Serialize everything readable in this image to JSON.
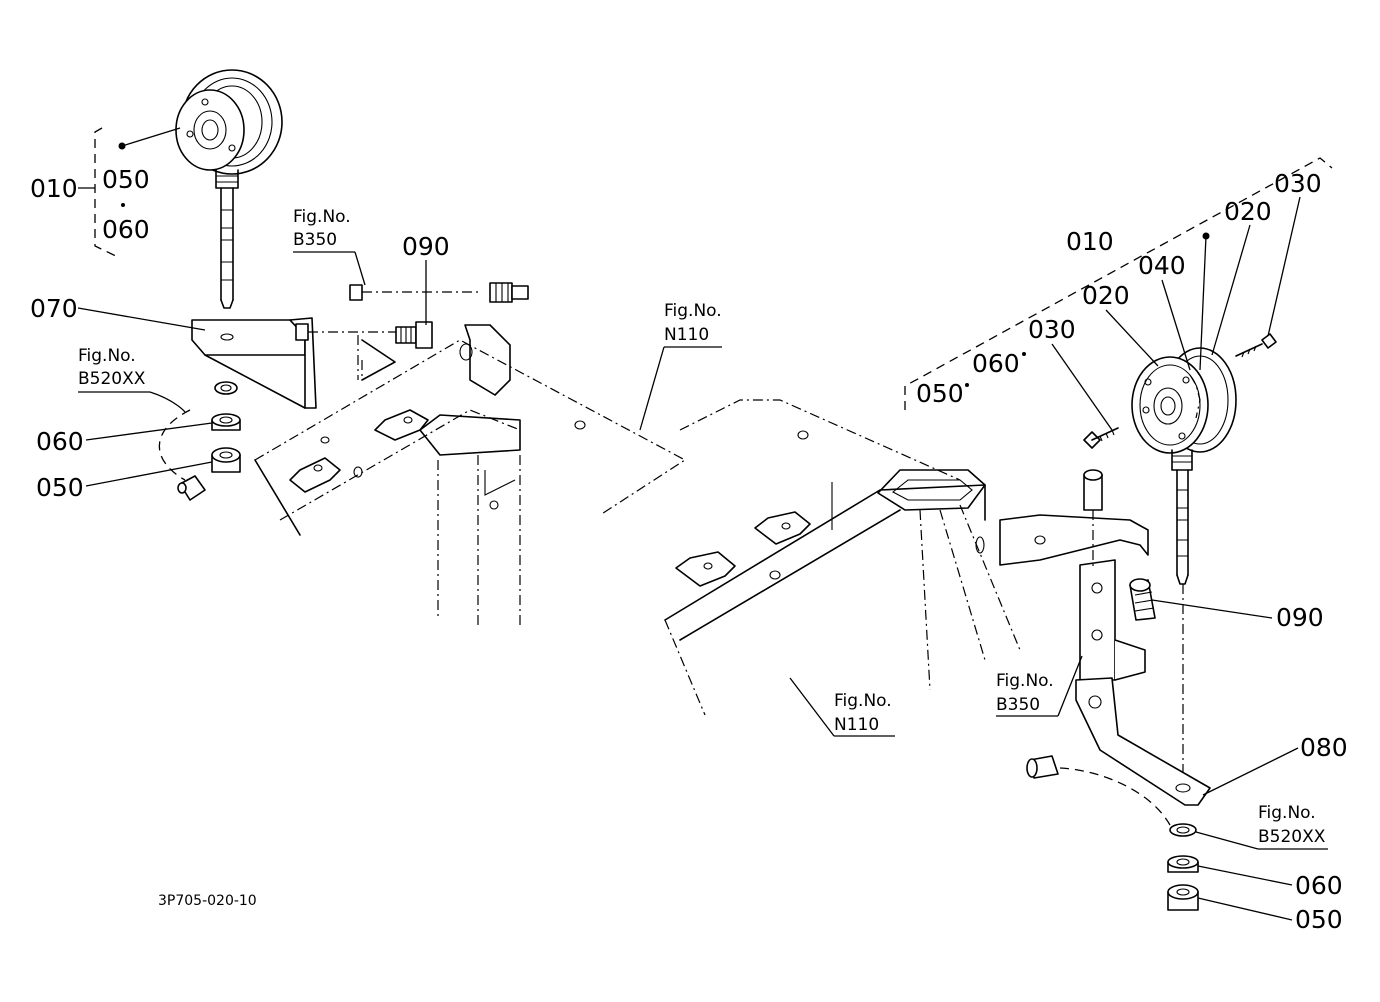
{
  "diagram": {
    "drawing_code": "3P705-020-10",
    "left_assembly": {
      "lamp": "010",
      "lamp_includes_top": "050",
      "lamp_includes_bottom": "060",
      "bracket": "070",
      "washer_lock": "060",
      "nut": "050",
      "bolt": "090",
      "ref_b350": {
        "line1": "Fig.No.",
        "line2": "B350"
      },
      "ref_b520": {
        "line1": "Fig.No.",
        "line2": "B520XX"
      },
      "ref_n110": {
        "line1": "Fig.No.",
        "line2": "N110"
      }
    },
    "right_assembly": {
      "lamp": "010",
      "cover_screw_top": "030",
      "lens_top": "020",
      "gasket": "040",
      "lens_left": "020",
      "screw_left": "030",
      "group_050": "050",
      "group_060": "060",
      "bolt": "090",
      "bracket": "080",
      "washer_lock": "060",
      "nut": "050",
      "ref_b350": {
        "line1": "Fig.No.",
        "line2": "B350"
      },
      "ref_b520": {
        "line1": "Fig.No.",
        "line2": "B520XX"
      },
      "ref_n110": {
        "line1": "Fig.No.",
        "line2": "N110"
      }
    }
  }
}
